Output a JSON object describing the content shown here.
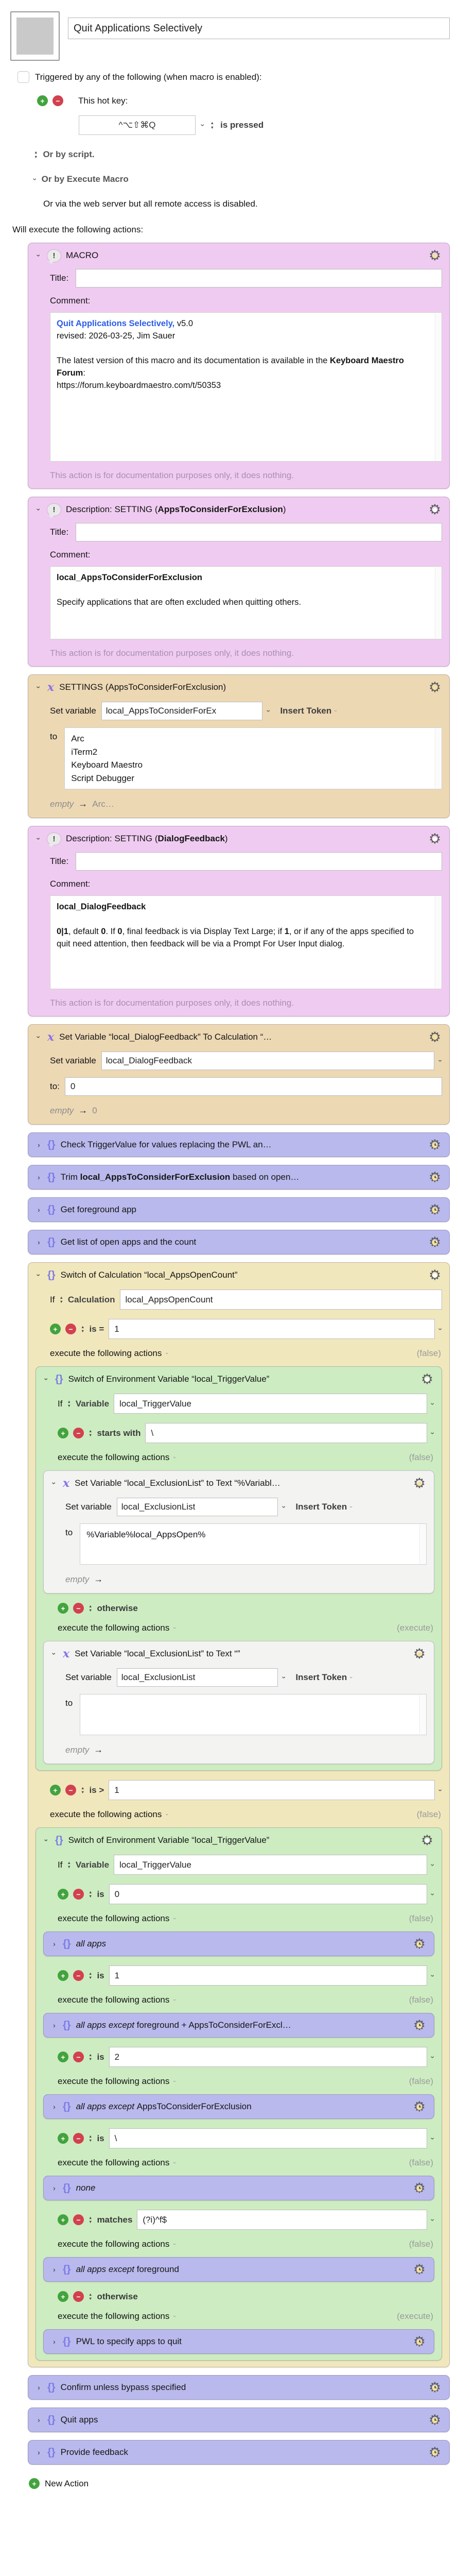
{
  "icons": {
    "gear": "⚙",
    "chevron": "›",
    "exclaim": "!",
    "braces": "{}",
    "variable": "x",
    "plus": "+",
    "minus": "−",
    "arrow": "→",
    "up": "▲",
    "down": "▼"
  },
  "header": {
    "title_value": "Quit Applications Selectively",
    "triggered_label": "Triggered by any of the following (when macro is enabled):",
    "hotkey_label": "This hot key:",
    "hotkey_value": "^⌥⇧⌘Q",
    "pressed_label": "is pressed",
    "or_script": "Or by script.",
    "or_execute": "Or by Execute Macro",
    "or_web": "Or via the web server but all remote access is disabled.",
    "will_execute": "Will execute the following actions:"
  },
  "labels": {
    "title": "Title:",
    "comment": "Comment:",
    "set_variable": "Set variable",
    "to": "to",
    "to_colon": "to:",
    "if": "If",
    "insert_token": "Insert Token",
    "execute_following": "execute the following actions",
    "doc_note": "This action is for documentation purposes only, it does nothing.",
    "empty": "empty",
    "new_action": "New Action"
  },
  "actions": {
    "macro": {
      "title": "MACRO",
      "title_value": "",
      "comment": [
        {
          "t": "Quit Applications Selectively,",
          "b": true,
          "c": "#2b5ce6"
        },
        {
          "t": " v5.0"
        },
        {
          "br": true
        },
        {
          "t": "revised: 2026-03-25, Jim Sauer"
        },
        {
          "br": true
        },
        {
          "br": true
        },
        {
          "t": "The latest version of this macro and its documentation is available in the "
        },
        {
          "t": "Keyboard Maestro Forum",
          "b": true
        },
        {
          "t": ":"
        },
        {
          "br": true
        },
        {
          "t": "https://forum.keyboardmaestro.com/t/50353"
        }
      ]
    },
    "desc_apps": {
      "title": [
        {
          "t": "Description: SETTING ("
        },
        {
          "t": "AppsToConsiderForExclusion",
          "b": true
        },
        {
          "t": ")"
        }
      ],
      "title_value": "",
      "comment": [
        {
          "t": "local_AppsToConsiderForExclusion",
          "b": true
        },
        {
          "br": true
        },
        {
          "br": true
        },
        {
          "t": "Specify applications that are often excluded when quitting others."
        }
      ]
    },
    "settings_apps": {
      "title": "SETTINGS (AppsToConsiderForExclusion)",
      "var": "local_AppsToConsiderForEx",
      "to": "Arc\niTerm2\nKeyboard Maestro\nScript Debugger",
      "result": "Arc…"
    },
    "desc_dialog": {
      "title": [
        {
          "t": "Description: SETTING ("
        },
        {
          "t": "DialogFeedback",
          "b": true
        },
        {
          "t": ")"
        }
      ],
      "title_value": "",
      "comment": [
        {
          "t": "local_DialogFeedback",
          "b": true
        },
        {
          "br": true
        },
        {
          "br": true
        },
        {
          "t": "0|1",
          "b": true
        },
        {
          "t": ", default "
        },
        {
          "t": "0",
          "b": true
        },
        {
          "t": ". If "
        },
        {
          "t": "0",
          "b": true
        },
        {
          "t": ", final feedback is via Display Text Large; if "
        },
        {
          "t": "1",
          "b": true
        },
        {
          "t": ", or if any of the apps specified to quit need attention, then feedback will be via a Prompt For User Input dialog."
        }
      ]
    },
    "set_dialog": {
      "title": "Set Variable “local_DialogFeedback” To Calculation “…",
      "var": "local_DialogFeedback",
      "to": "0",
      "result": "0"
    },
    "check_trigger": {
      "title": [
        {
          "t": "Check TriggerValue for values replacing the PWL an…"
        }
      ]
    },
    "trim": {
      "title": [
        {
          "t": "Trim "
        },
        {
          "t": "local_AppsToConsiderForExclusion",
          "b": true
        },
        {
          "t": " based on open…"
        }
      ]
    },
    "get_foreground": {
      "title": [
        {
          "t": "Get foreground app"
        }
      ]
    },
    "get_list": {
      "title": [
        {
          "t": "Get list of open apps and the count"
        }
      ]
    },
    "switch_calc": {
      "title": "Switch of Calculation “local_AppsOpenCount”",
      "if_mode": "Calculation",
      "if_value": "local_AppsOpenCount",
      "cond1": {
        "op": "is =",
        "value": "1",
        "result": "(false)"
      },
      "cond2": {
        "op": "is >",
        "value": "1",
        "result": "(false)"
      },
      "switch_env1": {
        "title": "Switch of Environment Variable “local_TriggerValue”",
        "if_mode": "Variable",
        "if_value": "local_TriggerValue",
        "cond1": {
          "op": "starts with",
          "value": "\\",
          "result": "(false)"
        },
        "set1": {
          "title": "Set Variable “local_ExclusionList” to Text “%Variabl…",
          "var": "local_ExclusionList",
          "to": "%Variable%local_AppsOpen%"
        },
        "cond2": {
          "op": "otherwise",
          "result": "(execute)"
        },
        "set2": {
          "title": "Set Variable “local_ExclusionList” to Text “”",
          "var": "local_ExclusionList",
          "to": ""
        }
      },
      "switch_env2": {
        "title": "Switch of Environment Variable “local_TriggerValue”",
        "if_mode": "Variable",
        "if_value": "local_TriggerValue",
        "cond1": {
          "op": "is",
          "value": "0",
          "result": "(false)"
        },
        "child1": {
          "title": [
            {
              "t": "all apps",
              "i": true
            }
          ]
        },
        "cond2": {
          "op": "is",
          "value": "1",
          "result": "(false)"
        },
        "child2": {
          "title": [
            {
              "t": "all apps except ",
              "i": true
            },
            {
              "t": "foreground + AppsToConsiderForExcl…"
            }
          ]
        },
        "cond3": {
          "op": "is",
          "value": "2",
          "result": "(false)"
        },
        "child3": {
          "title": [
            {
              "t": "all apps except ",
              "i": true
            },
            {
              "t": "AppsToConsiderForExclusion"
            }
          ]
        },
        "cond4": {
          "op": "is",
          "value": "\\",
          "result": "(false)"
        },
        "child4": {
          "title": [
            {
              "t": "none",
              "i": true
            }
          ]
        },
        "cond5": {
          "op": "matches",
          "value": "(?i)^f$",
          "result": "(false)"
        },
        "child5": {
          "title": [
            {
              "t": "all apps except ",
              "i": true
            },
            {
              "t": "foreground"
            }
          ]
        },
        "cond6": {
          "op": "otherwise",
          "result": "(execute)"
        },
        "child6": {
          "title": [
            {
              "t": "PWL to specify apps to quit"
            }
          ]
        }
      }
    },
    "confirm": {
      "title": [
        {
          "t": "Confirm unless bypass specified"
        }
      ]
    },
    "quit": {
      "title": [
        {
          "t": "Quit apps"
        }
      ]
    },
    "feedback": {
      "title": [
        {
          "t": "Provide feedback"
        }
      ]
    }
  }
}
